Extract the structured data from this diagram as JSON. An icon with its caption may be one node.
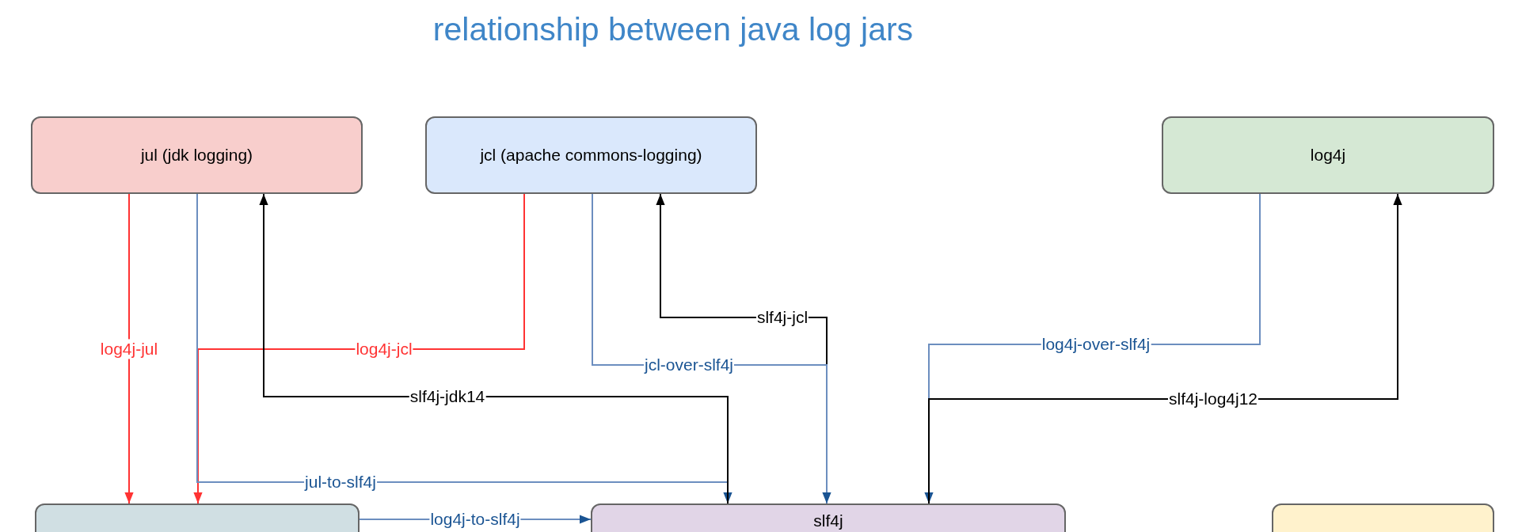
{
  "diagram": {
    "title": "relationship between java log jars",
    "nodes": [
      {
        "text": [
          "jul (jdk logging)"
        ]
      },
      {
        "text": [
          "jcl (apache commons-logging)"
        ]
      },
      {
        "text": [
          "log4j"
        ]
      },
      {
        "text": [],
        "shape": "box"
      },
      {
        "text": [
          "slf4j"
        ]
      },
      {
        "text": [],
        "shape": "box"
      }
    ],
    "edges": [
      {
        "from": 0,
        "to": 3,
        "arrow": "to",
        "label": "log4j-jul",
        "color": "#ff3333"
      },
      {
        "from": 1,
        "to": 3,
        "arrow": "to",
        "label": "log4j-jcl",
        "color": "#ff3333"
      },
      {
        "from": 0,
        "to": 4,
        "arrow": "to",
        "label": "jul-to-slf4j"
      },
      {
        "from": 4,
        "to": 0,
        "arrow": "to",
        "label": "slf4j-jdk14",
        "color": "#000000"
      },
      {
        "from": 4,
        "to": 1,
        "arrow": "to",
        "label": "slf4j-jcl",
        "color": "#000000"
      },
      {
        "from": 1,
        "to": 4,
        "arrow": "to",
        "label": "jcl-over-slf4j"
      },
      {
        "from": 2,
        "to": 4,
        "arrow": "to",
        "label": "log4j-over-slf4j"
      },
      {
        "from": 4,
        "to": 2,
        "arrow": "to",
        "label": "slf4j-log4j12",
        "color": "#000000"
      },
      {
        "from": 3,
        "to": 4,
        "arrow": "to",
        "label": "log4j-to-slf4j"
      }
    ]
  }
}
